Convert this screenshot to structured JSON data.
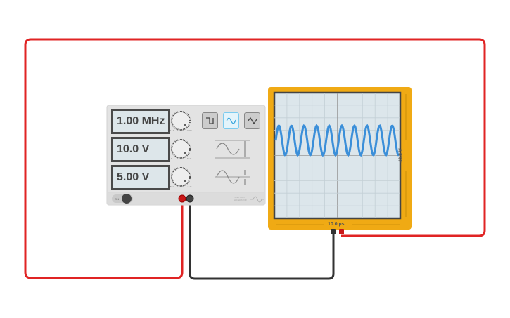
{
  "generator": {
    "frequency": "1.00 MHz",
    "amplitude": "10.0 V",
    "dc_offset": "5.00 V",
    "freq_knob_min": "1 Hz",
    "freq_knob_max": "1 MHz",
    "amp_knob_min": "0",
    "amp_knob_max": "10 V",
    "offset_knob_min": "-5 V",
    "offset_knob_max": "+5 V",
    "power_label": "ON",
    "power_on": true,
    "brand": "FUNCTION GENERATOR",
    "waveforms": [
      {
        "name": "square",
        "selected": false
      },
      {
        "name": "sine",
        "selected": true
      },
      {
        "name": "triangle",
        "selected": false
      }
    ]
  },
  "oscilloscope": {
    "time_per_div": "10.0 µs",
    "volts_range": "40.0 V",
    "signal_cycles_shown": 10
  },
  "colors": {
    "wire_red": "#e02424",
    "wire_black": "#333333",
    "scope_frame": "#f0aa14",
    "trace": "#3b8fd9",
    "active_button": "#7ccbef"
  }
}
